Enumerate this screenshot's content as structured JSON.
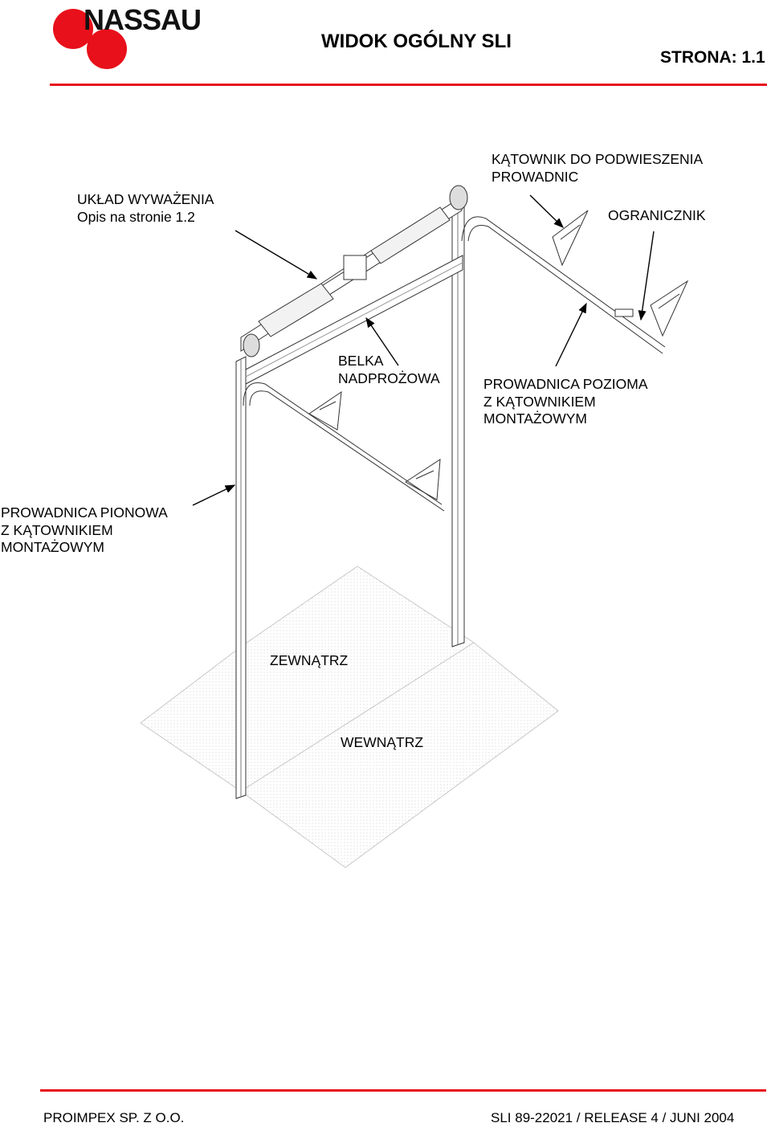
{
  "header": {
    "logo_text": "NASSAU",
    "title": "WIDOK OGÓLNY SLI",
    "page_label": "STRONA: 1.1",
    "accent_color": "#e8101a"
  },
  "labels": {
    "balance": {
      "line1": "UKŁAD WYWAŻENIA",
      "line2": "Opis na stronie 1.2"
    },
    "hanger": {
      "line1": "KĄTOWNIK DO PODWIESZENIA",
      "line2": "PROWADNIC"
    },
    "stopper": {
      "line1": "OGRANICZNIK"
    },
    "header_beam": {
      "line1": "BELKA",
      "line2": "NADPROŻOWA"
    },
    "horizontal_track": {
      "line1": "PROWADNICA POZIOMA",
      "line2": "Z KĄTOWNIKIEM",
      "line3": "MONTAŻOWYM"
    },
    "vertical_track": {
      "line1": "PROWADNICA PIONOWA",
      "line2": "Z KĄTOWNIKIEM",
      "line3": "MONTAŻOWYM"
    },
    "outside": "ZEWNĄTRZ",
    "inside": "WEWNĄTRZ"
  },
  "footer": {
    "company": "PROIMPEX SP. Z O.O.",
    "document": "SLI 89-22021 / RELEASE 4 / JUNI 2004"
  }
}
